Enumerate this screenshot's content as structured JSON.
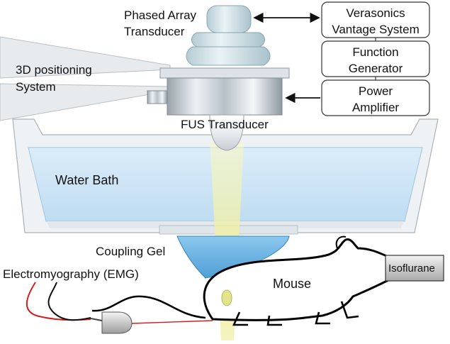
{
  "labels": {
    "phased_array_line1": "Phased Array",
    "phased_array_line2": "Transducer",
    "positioning_line1": "3D positioning",
    "positioning_line2": "System",
    "fus_transducer": "FUS Transducer",
    "water_bath": "Water Bath",
    "coupling_gel": "Coupling Gel",
    "emg": "Electromyography (EMG)",
    "mouse": "Mouse",
    "isoflurane": "Isoflurane"
  },
  "boxes": {
    "verasonics_line1": "Verasonics",
    "verasonics_line2": "Vantage System",
    "function_line1": "Function",
    "function_line2": "Generator",
    "power_line1": "Power",
    "power_line2": "Amplifier"
  },
  "colors": {
    "water": "#cfe6f7",
    "gel": "#6fb7e6",
    "beam": "#f1f0a8",
    "tank": "#e9eef2",
    "wire_red": "#d21f1f"
  }
}
